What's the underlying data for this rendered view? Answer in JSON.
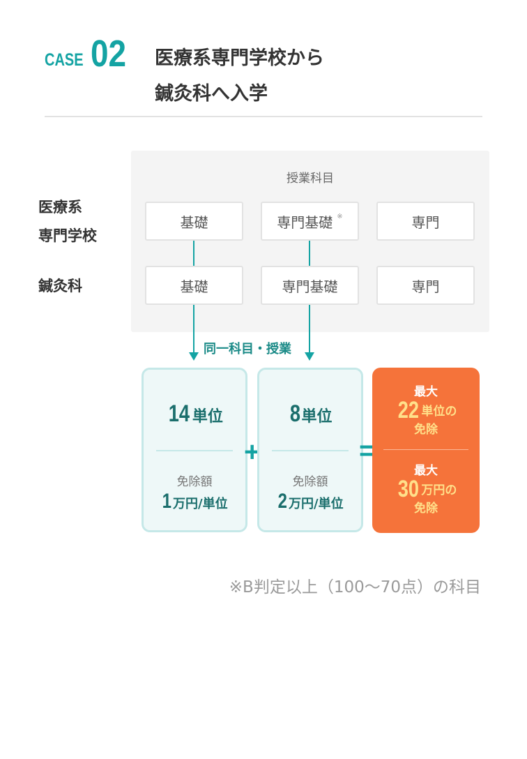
{
  "header": {
    "case_label": "CASE",
    "case_number": "02",
    "title_line1": "医療系専門学校から",
    "title_line2": "鍼灸科へ入学"
  },
  "panel": {
    "heading": "授業科目",
    "rows": [
      {
        "label_line1": "医療系",
        "label_line2": "専門学校",
        "cells": [
          "基礎",
          "専門基礎",
          "専門"
        ],
        "note_mark": "※"
      },
      {
        "label": "鍼灸科",
        "cells": [
          "基礎",
          "専門基礎",
          "専門"
        ]
      }
    ]
  },
  "connector_label": "同一科目・授業",
  "results": [
    {
      "units": "14",
      "unit_label": "単位",
      "fee_label": "免除額",
      "amount": "1",
      "amount_unit": "万円/単位"
    },
    {
      "units": "8",
      "unit_label": "単位",
      "fee_label": "免除額",
      "amount": "2",
      "amount_unit": "万円/単位"
    }
  ],
  "operators": {
    "plus": "+",
    "equals": "="
  },
  "total": {
    "max_label1": "最大",
    "units": "22",
    "units_suffix": "単位の",
    "exempt1": "免除",
    "max_label2": "最大",
    "yen": "30",
    "yen_suffix": "万円の",
    "exempt2": "免除"
  },
  "footnote": "※B判定以上（100〜70点）の科目",
  "colors": {
    "teal": "#14a3a3",
    "dark_teal": "#1a6e6c",
    "orange": "#f5733a",
    "yellow": "#ffe08a"
  }
}
